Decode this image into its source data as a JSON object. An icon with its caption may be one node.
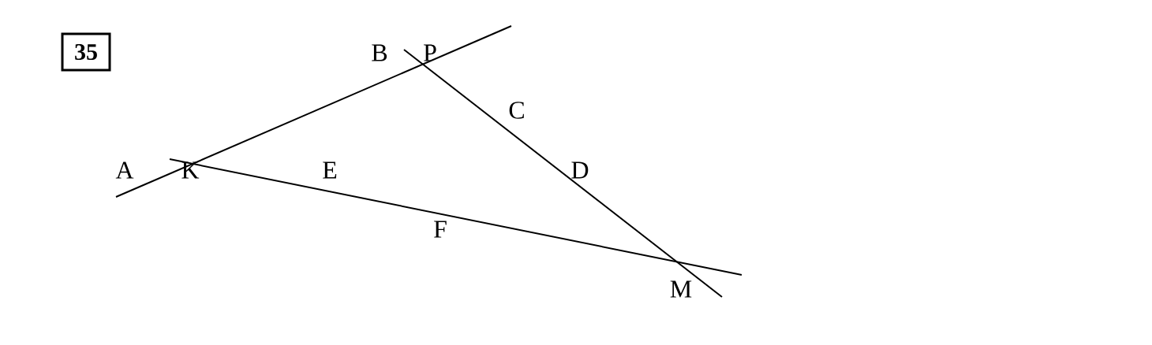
{
  "diagram": {
    "nodes": [
      {
        "text": [
          "35"
        ]
      }
    ],
    "labels": [
      "B",
      "P",
      "C",
      "A",
      "K",
      "E",
      "D",
      "F",
      "M"
    ]
  }
}
